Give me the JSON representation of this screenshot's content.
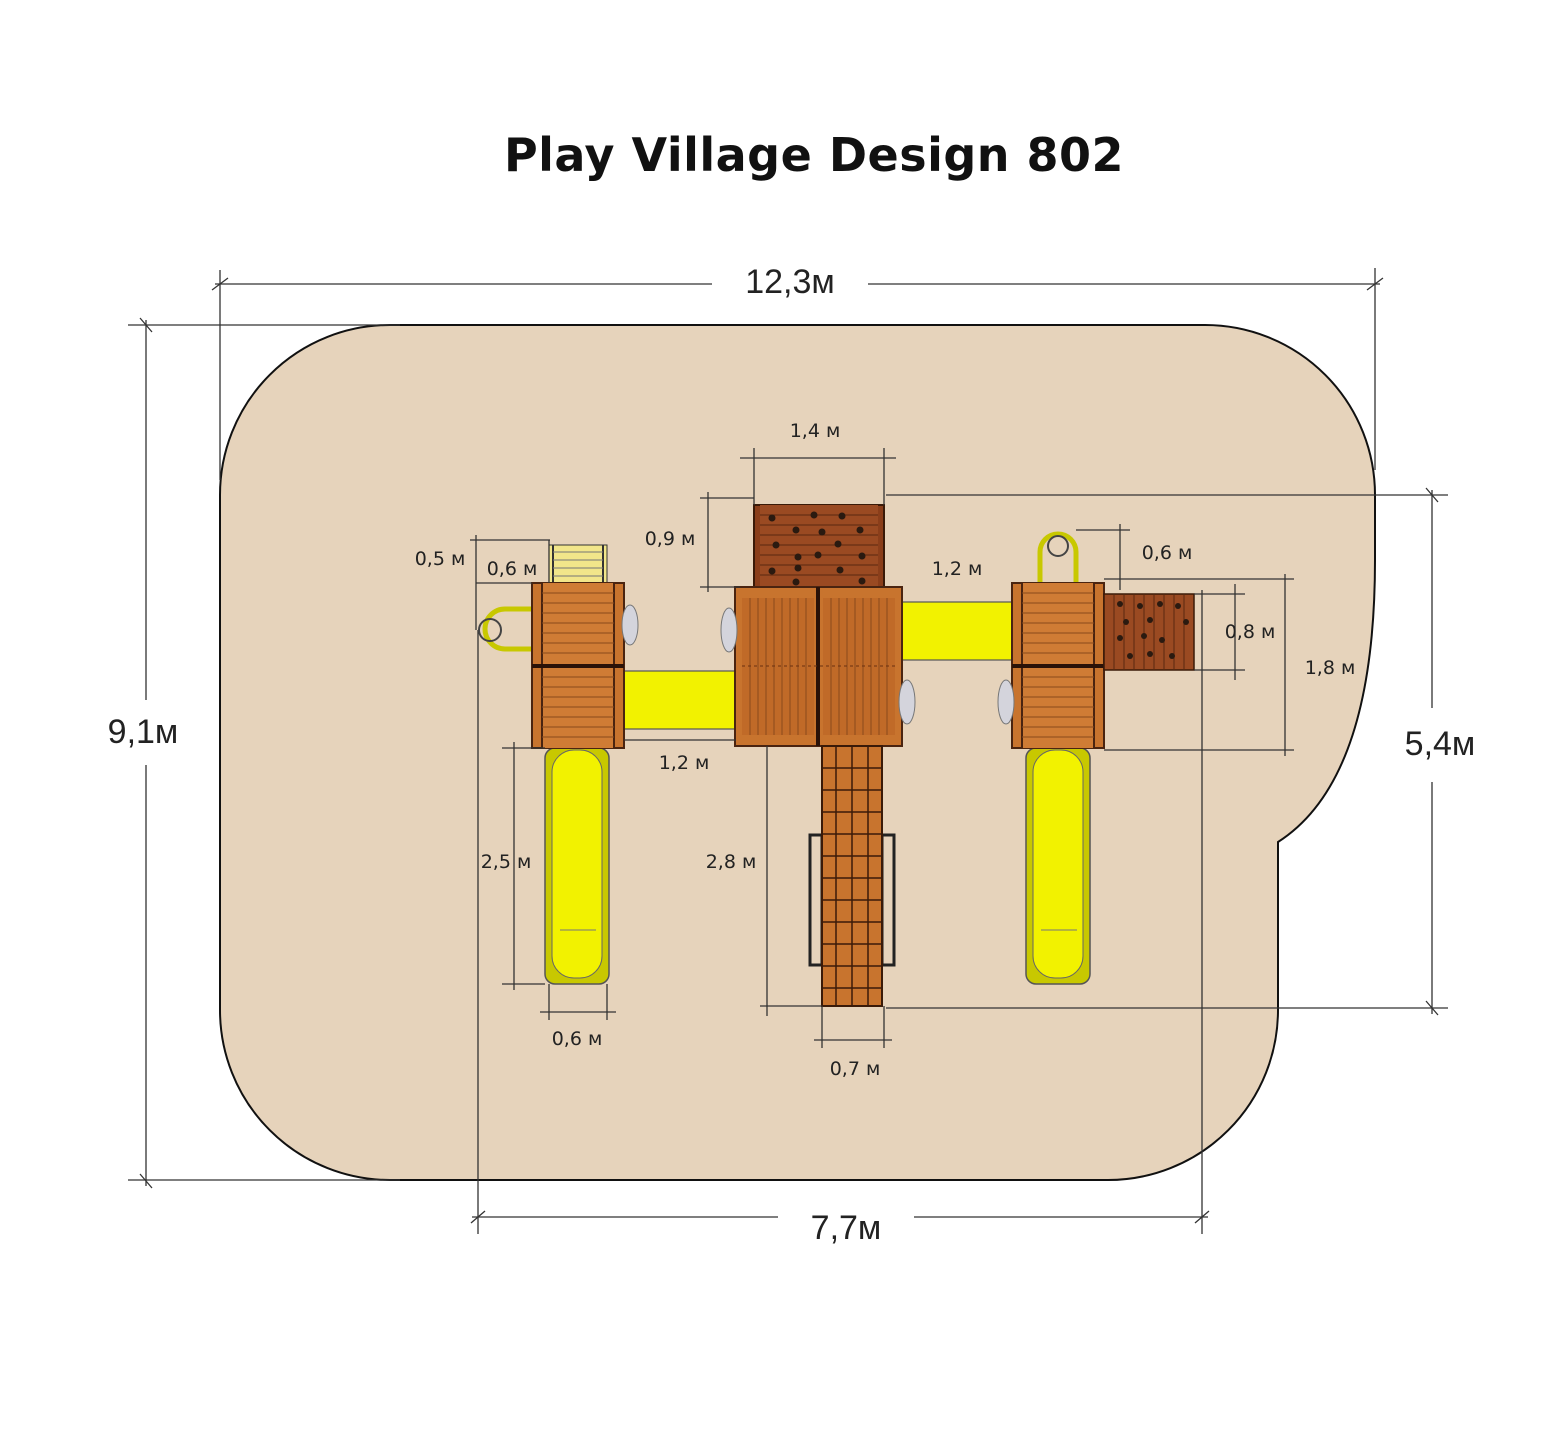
{
  "title": "Play Village Design 802",
  "dimensions": {
    "overall_width": "12,3м",
    "overall_depth": "9,1м",
    "inner_width": "7,7м",
    "inner_depth": "5,4м",
    "climb_wall_width": "1,4 м",
    "climb_wall_depth": "0,9 м",
    "left_ladder_offset": "0,5 м",
    "left_ladder_width": "0,6 м",
    "bridge_right": "1,2 м",
    "right_ring_width": "0,6 м",
    "right_wall_depth": "0,8 м",
    "right_tower_depth": "1,8 м",
    "bridge_left": "1,2 м",
    "left_slide_length": "2,5 м",
    "center_ramp_length": "2,8 м",
    "left_slide_width": "0,6 м",
    "center_ramp_width": "0,7 м"
  },
  "colors": {
    "ground": "#e6d3bb",
    "wood": "#c8742e",
    "slide": "#f2f200",
    "outline": "#111111"
  }
}
